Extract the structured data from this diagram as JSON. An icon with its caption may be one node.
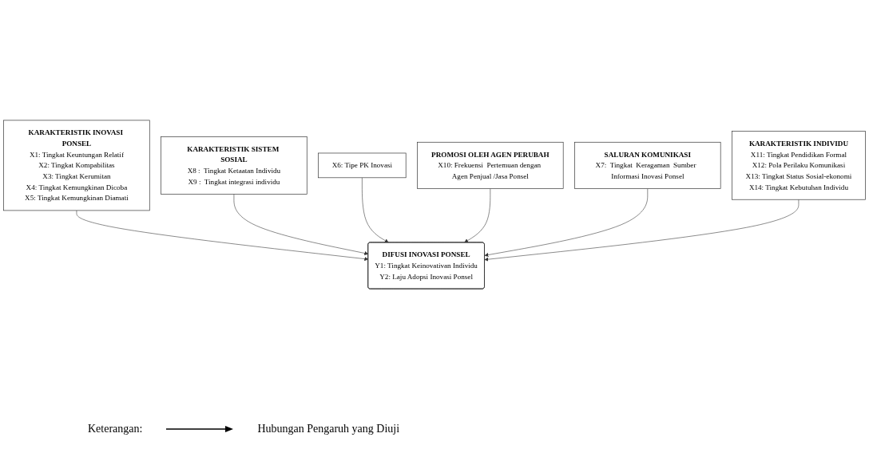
{
  "diagram": {
    "nodes": [
      {
        "text": [
          "KARAKTERISTIK INOVASI PONSEL",
          "X1: Tingkat Keuntungan Relatif",
          "X2: Tingkat Kompabilitas",
          "X3: Tingkat Kerumitan",
          "X4: Tingkat Kemungkinan Dicoba",
          "X5: Tingkat Kemungkinan Diamati"
        ]
      },
      {
        "text": [
          "KARAKTERISTIK SISTEM SOSIAL",
          "X8 :  Tingkat Ketaatan Individu",
          "X9 :  Tingkat integrasi individu"
        ]
      },
      {
        "text": [
          "DIFUSI INOVASI PONSEL",
          "Y1: Tingkat Keinovativan Individu",
          "Y2: Laju Adopsi Inovasi Ponsel"
        ]
      },
      {
        "text": [
          "X6: Tipe PK Inovasi"
        ]
      },
      {
        "text": [
          "PROMOSI OLEH AGEN PERUBAH",
          "X10: Frekuensi  Pertemuan dengan Agen Penjual /Jasa Ponsel"
        ]
      },
      {
        "text": [
          "SALURAN KOMUNIKASI",
          "X7:  Tingkat  Keragaman  Sumber  Informasi Inovasi Ponsel"
        ]
      },
      {
        "text": [
          "KARAKTERISTIK INDIVIDU",
          "X11: Tingkat Pendidikan Formal",
          "X12: Pola Perilaku Komunikasi",
          "X13: Tingkat Status Sosial-ekonomi",
          "X14: Tingkat Kebutuhan  Individu"
        ]
      }
    ],
    "edges": [
      {
        "from": 0,
        "to": 2,
        "arrow": "to"
      },
      {
        "from": 1,
        "to": 2,
        "arrow": "to"
      },
      {
        "from": 3,
        "to": 2,
        "arrow": "to"
      },
      {
        "from": 4,
        "to": 2,
        "arrow": "to"
      },
      {
        "from": 5,
        "to": 2,
        "arrow": "to"
      },
      {
        "from": 6,
        "to": 2,
        "arrow": "to"
      }
    ],
    "labels": [
      "Keterangan:"
    ],
    "legend": [
      {
        "text": "Hubungan Pengaruh yang Diuji"
      }
    ]
  }
}
